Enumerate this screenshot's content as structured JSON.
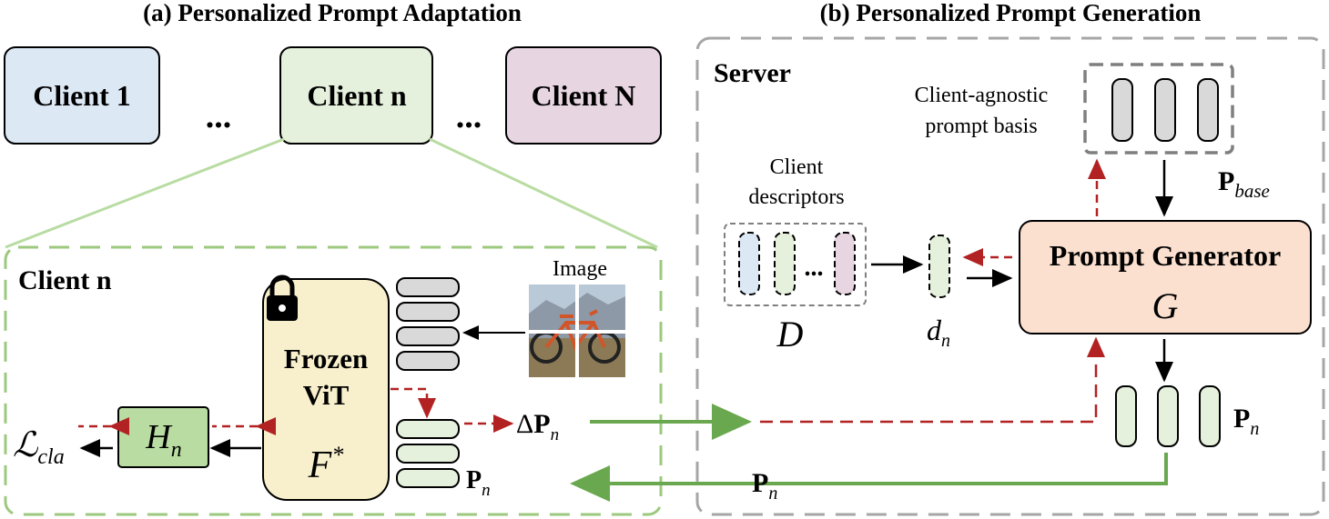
{
  "titles": {
    "left": "(a) Personalized Prompt Adaptation",
    "right": "(b) Personalized Prompt Generation"
  },
  "clients": [
    {
      "label": "Client 1",
      "color": "#dce9f5"
    },
    {
      "label": "Client n",
      "color": "#e5f1dc"
    },
    {
      "label": "Client N",
      "color": "#e8d5e2"
    }
  ],
  "ellipsis": "...",
  "client_detail": {
    "title": "Client n",
    "vit_line1": "Frozen",
    "vit_line2": "ViT",
    "vit_symbol": "F*",
    "head_symbol": "H_n",
    "loss_symbol": "L_cla",
    "image_label": "Image",
    "prompt_label": "P_n",
    "delta_label": "ΔP_n"
  },
  "server": {
    "title": "Server",
    "basis_line1": "Client-agnostic",
    "basis_line2": "prompt basis",
    "basis_symbol": "P_base",
    "descriptors_line1": "Client",
    "descriptors_line2": "descriptors",
    "descriptors_symbol": "D",
    "dn_symbol": "d_n",
    "generator_label": "Prompt Generator",
    "generator_symbol": "G",
    "output_symbol": "P_n",
    "return_symbol": "P_n"
  },
  "colors": {
    "green_arrow": "#6aa84f",
    "red_dashed": "#b22222",
    "dashed_gray": "#a6a6a6",
    "dashed_green": "#9dc97f",
    "vit_fill": "#f8f0cc",
    "generator_fill": "#fbe0cf",
    "head_fill": "#b8dca2",
    "prompt_green": "#e5f1dc",
    "prompt_gray": "#d9d9d9"
  }
}
